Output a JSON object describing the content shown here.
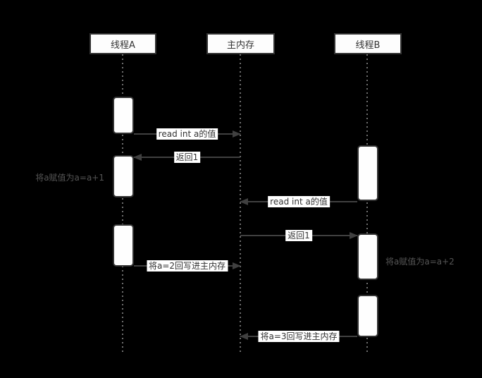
{
  "diagram": {
    "type": "uml-sequence",
    "actors": [
      {
        "id": "thread-a",
        "label": "线程A"
      },
      {
        "id": "main-memory",
        "label": "主内存"
      },
      {
        "id": "thread-b",
        "label": "线程B"
      }
    ],
    "messages": [
      {
        "from": "线程A",
        "to": "主内存",
        "direction": "right",
        "label": "read int a的值"
      },
      {
        "from": "主内存",
        "to": "线程A",
        "direction": "left",
        "label": "返回1"
      },
      {
        "from": "线程B",
        "to": "主内存",
        "direction": "left",
        "label": "read int a的值"
      },
      {
        "from": "主内存",
        "to": "线程B",
        "direction": "right",
        "label": "返回1"
      },
      {
        "from": "线程A",
        "to": "主内存",
        "direction": "right",
        "label": "将a=2回写进主内存"
      },
      {
        "from": "线程B",
        "to": "主内存",
        "direction": "left",
        "label": "将a=3回写进主内存"
      }
    ],
    "notes": [
      {
        "actor": "线程A",
        "side": "left",
        "label": "将a赋值为a=a+1"
      },
      {
        "actor": "线程B",
        "side": "right",
        "label": "将a赋值为a=a+2"
      }
    ],
    "activations": {
      "thread_a_count": 3,
      "thread_b_count": 3
    },
    "colors": {
      "background": "#000000",
      "box_fill": "#fdfdfd",
      "box_border": "#333333",
      "line": "#404040",
      "lifeline_dots": "#6e6e6e",
      "label_bg": "#ffffff",
      "label_text": "#333333",
      "note_text": "#555555"
    }
  }
}
